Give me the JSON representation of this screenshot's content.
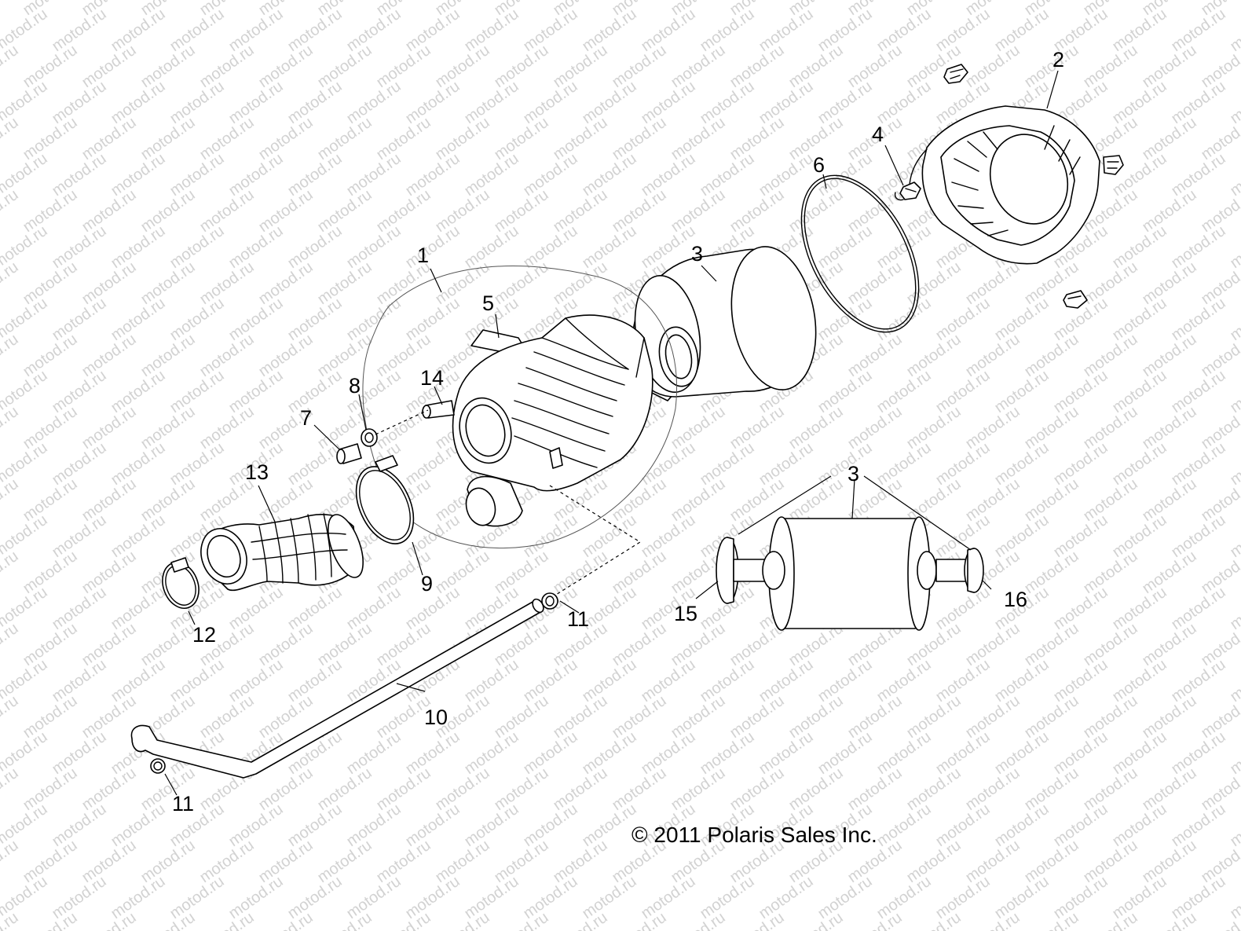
{
  "watermark": {
    "text": "motod.ru",
    "color": "#d2d2d2"
  },
  "labels": {
    "p1": "1",
    "p2": "2",
    "p3a": "3",
    "p3b": "3",
    "p4": "4",
    "p5": "5",
    "p6": "6",
    "p7": "7",
    "p8": "8",
    "p9": "9",
    "p10": "10",
    "p11a": "11",
    "p11b": "11",
    "p12": "12",
    "p13": "13",
    "p14": "14",
    "p15": "15",
    "p16": "16"
  },
  "copyright": "© 2011  Polaris Sales Inc."
}
